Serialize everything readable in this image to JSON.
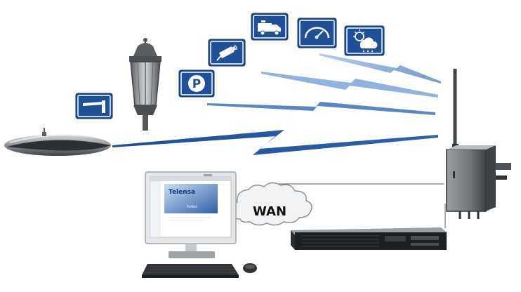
{
  "colors": {
    "sign_blue": "#1f4e9a",
    "bolt_dark": "#1d4f96",
    "bolt_light": "#7fa6d6",
    "device_gray": "#8d9296"
  },
  "icons": [
    "barrier-gate-sign-icon",
    "parking-sign-icon",
    "cctv-camera-sign-icon",
    "vehicle-sign-icon",
    "meter-gauge-sign-icon",
    "weather-sign-icon"
  ],
  "parking_sign_letter": "P",
  "monitor_screen": {
    "brand": "Telensa",
    "product": "PLANet"
  },
  "network_cloud": {
    "label": "WAN"
  }
}
